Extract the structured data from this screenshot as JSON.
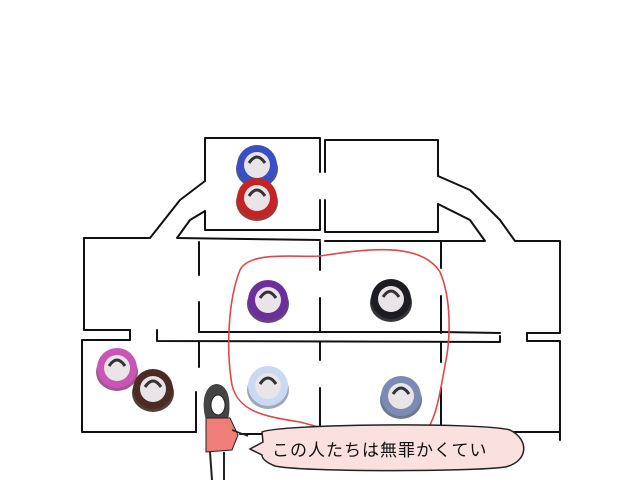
{
  "speech_bubble": {
    "text": "この人たちは無罪かくてい"
  },
  "colors": {
    "loop": "#e04848",
    "bubble": "#fbe0e0",
    "girl_shirt": "#ef7d78"
  },
  "tokens": [
    {
      "name": "token-blue",
      "color": "#3a4fc4"
    },
    {
      "name": "token-red",
      "color": "#c42424"
    },
    {
      "name": "token-purple",
      "color": "#6b2f9c"
    },
    {
      "name": "token-black",
      "color": "#1c1c22"
    },
    {
      "name": "token-pink",
      "color": "#c956b4"
    },
    {
      "name": "token-brown",
      "color": "#4c2b24"
    },
    {
      "name": "token-light-blue",
      "color": "#cad9f2"
    },
    {
      "name": "token-slate",
      "color": "#7b8bb3"
    }
  ]
}
